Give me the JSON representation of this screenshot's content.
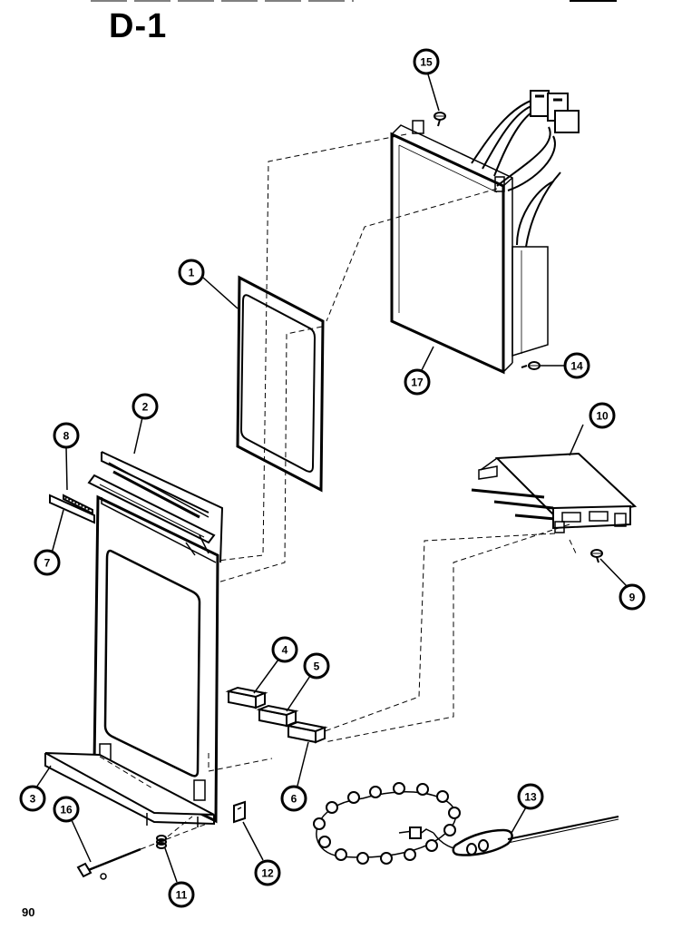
{
  "diagram": {
    "title": "D-1",
    "page_number": "90",
    "callouts": [
      "1",
      "2",
      "3",
      "4",
      "5",
      "6",
      "7",
      "8",
      "9",
      "10",
      "11",
      "12",
      "13",
      "14",
      "15",
      "16",
      "17"
    ]
  }
}
